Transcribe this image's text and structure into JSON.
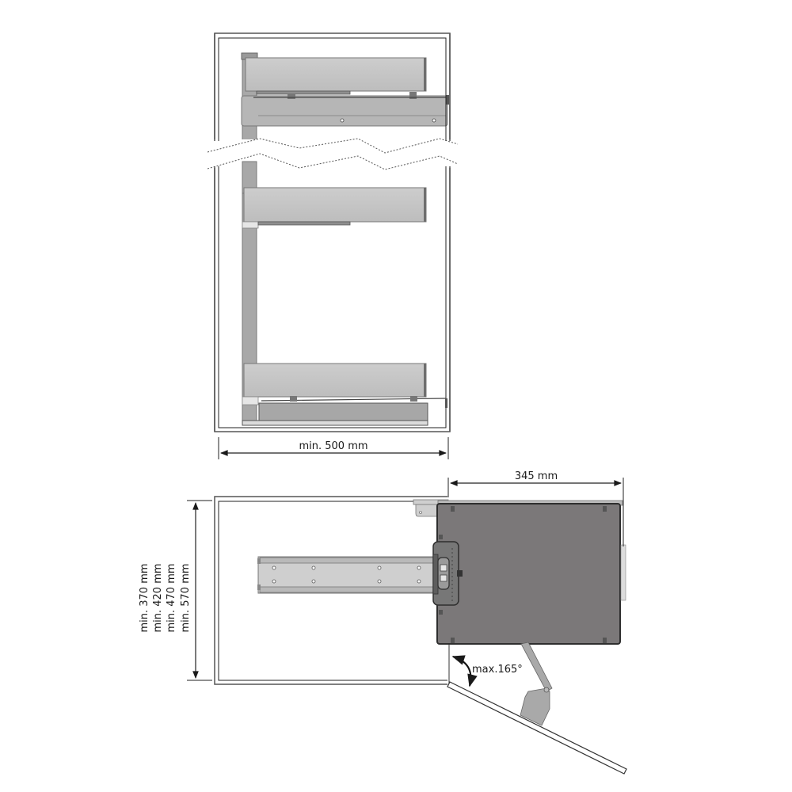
{
  "diagram": {
    "type": "technical-drawing",
    "subject": "corner pull-out cabinet fitting",
    "front_view": {
      "width_label": "min. 500 mm",
      "shelves": 4
    },
    "top_view": {
      "depth_label": "345 mm",
      "cabinet_depth_labels": [
        "min. 370 mm",
        "min. 420 mm",
        "min. 470 mm",
        "min. 570 mm"
      ],
      "door_angle_label": "max.165°"
    },
    "colors": {
      "line": "#2a2a2a",
      "shelf_fill": "#c4c4c4",
      "shelf_edge": "#8a8a8a",
      "frame_fill": "#a9a9a9",
      "panel_fill": "#7b7879",
      "panel_dark": "#4a4a4a",
      "rail_fill": "#cfcfcf"
    }
  }
}
